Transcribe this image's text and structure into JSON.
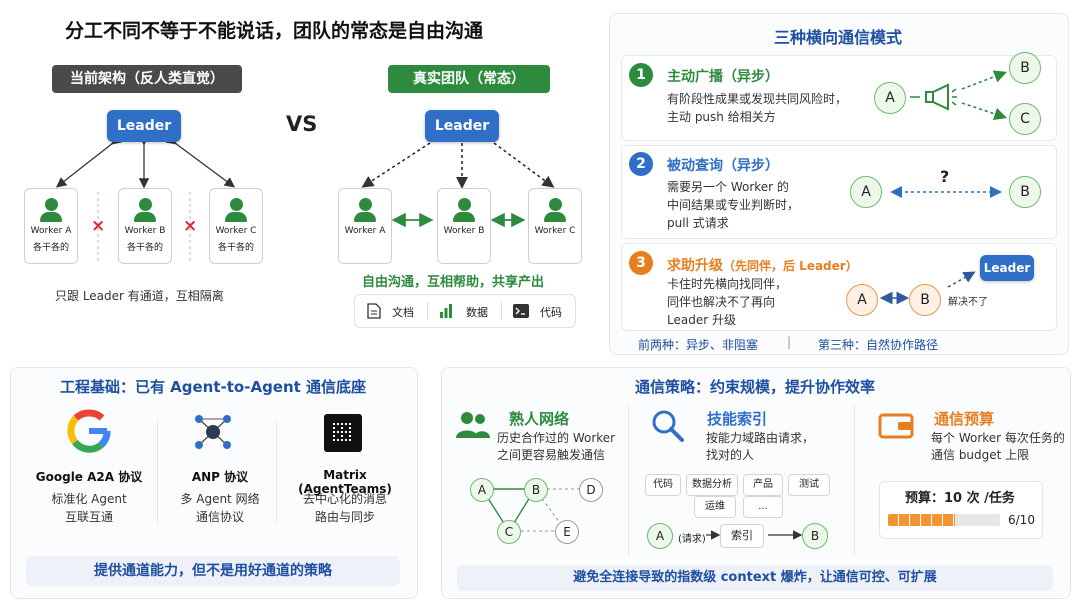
{
  "title": "分工不同不等于不能说话，团队的常态是自由沟通",
  "left": {
    "current_label": "当前架构（反人类直觉）",
    "real_label": "真实团队（常态）",
    "vs": "VS",
    "leader": "Leader",
    "workers": [
      {
        "name": "Worker A",
        "sub": "各干各的"
      },
      {
        "name": "Worker B",
        "sub": "各干各的"
      },
      {
        "name": "Worker C",
        "sub": "各干各的"
      }
    ],
    "cross": "×",
    "current_caption": "只跟 Leader 有通道，互相隔离",
    "real_workers": [
      "Worker A",
      "Worker B",
      "Worker C"
    ],
    "real_caption": "自由沟通，互相帮助，共享产出",
    "artifacts": [
      "文档",
      "数据",
      "代码"
    ]
  },
  "modes": {
    "title": "三种横向通信模式",
    "items": [
      {
        "num": "1",
        "title": "主动广播（异步）",
        "desc": [
          "有阶段性成果或发现共同风险时，",
          "主动 push 给相关方"
        ],
        "color": "#2e8b3e"
      },
      {
        "num": "2",
        "title": "被动查询（异步）",
        "desc": [
          "需要另一个 Worker 的",
          "中间结果或专业判断时，",
          "pull 式请求"
        ],
        "color": "#2f6fc8"
      },
      {
        "num": "3",
        "title": "求助升级",
        "title_extra": "（先同伴，后 Leader）",
        "desc": [
          "卡住时先横向找同伴，",
          "同伴也解决不了再向",
          "Leader 升级"
        ],
        "color": "#e67e22"
      }
    ],
    "nodes": {
      "a": "A",
      "b": "B",
      "c": "C",
      "q": "?",
      "leader": "Leader",
      "unsolved": "解决不了"
    },
    "footer_left": "前两种：异步、非阻塞",
    "footer_sep": "|",
    "footer_right": "第三种：自然协作路径"
  },
  "foundation": {
    "title": "工程基础：已有 Agent-to-Agent 通信底座",
    "protocols": [
      {
        "name": "Google A2A 协议",
        "desc": [
          "标准化 Agent",
          "互联互通"
        ],
        "icon": "google-icon"
      },
      {
        "name": "ANP 协议",
        "desc": [
          "多 Agent 网络",
          "通信协议"
        ],
        "icon": "network-icon"
      },
      {
        "name": "Matrix (AgentTeams)",
        "desc": [
          "去中心化的消息",
          "路由与同步"
        ],
        "icon": "matrix-icon"
      }
    ],
    "band": "提供通道能力，但不是用好通道的策略"
  },
  "strategy": {
    "title": "通信策略：约束规模，提升协作效率",
    "items": [
      {
        "title": "熟人网络",
        "desc": [
          "历史合作过的 Worker",
          "之间更容易触发通信"
        ],
        "color": "#2e8b3e"
      },
      {
        "title": "技能索引",
        "desc": [
          "按能力域路由请求，",
          "找对的人"
        ],
        "color": "#2f6fc8"
      },
      {
        "title": "通信预算",
        "desc": [
          "每个 Worker 每次任务的",
          "通信 budget 上限"
        ],
        "color": "#e67e22"
      }
    ],
    "graph_nodes": [
      "A",
      "B",
      "C",
      "D",
      "E"
    ],
    "tags": [
      "代码",
      "数据分析",
      "产品",
      "测试",
      "运维",
      "..."
    ],
    "route": {
      "a": "A",
      "req": "(请求)",
      "index": "索引",
      "b": "B"
    },
    "budget_label": "预算：10 次 /任务",
    "budget_used": 6,
    "budget_total": 10,
    "budget_text": "6/10",
    "band": "避免全连接导致的指数级 context 爆炸，让通信可控、可扩展"
  }
}
